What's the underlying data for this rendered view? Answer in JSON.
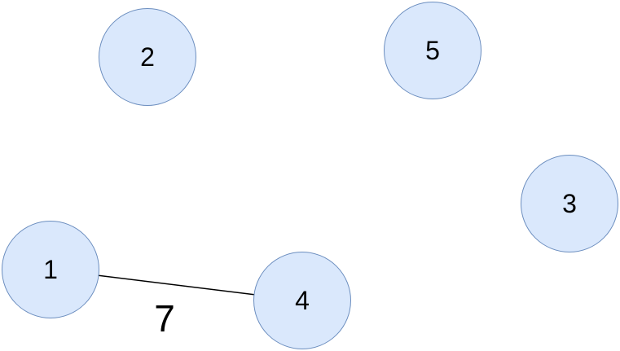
{
  "diagram": {
    "type": "undirected-weighted-graph",
    "background_color": "#ffffff",
    "node_fill_color": "#dae8fc",
    "node_stroke_color": "#6c8ebf",
    "edge_color": "#000000",
    "text_color": "#000000",
    "nodes": [
      {
        "id": "1",
        "label": "1"
      },
      {
        "id": "2",
        "label": "2"
      },
      {
        "id": "3",
        "label": "3"
      },
      {
        "id": "4",
        "label": "4"
      },
      {
        "id": "5",
        "label": "5"
      }
    ],
    "edges": [
      {
        "from": "1",
        "to": "4",
        "weight": "7"
      }
    ]
  }
}
